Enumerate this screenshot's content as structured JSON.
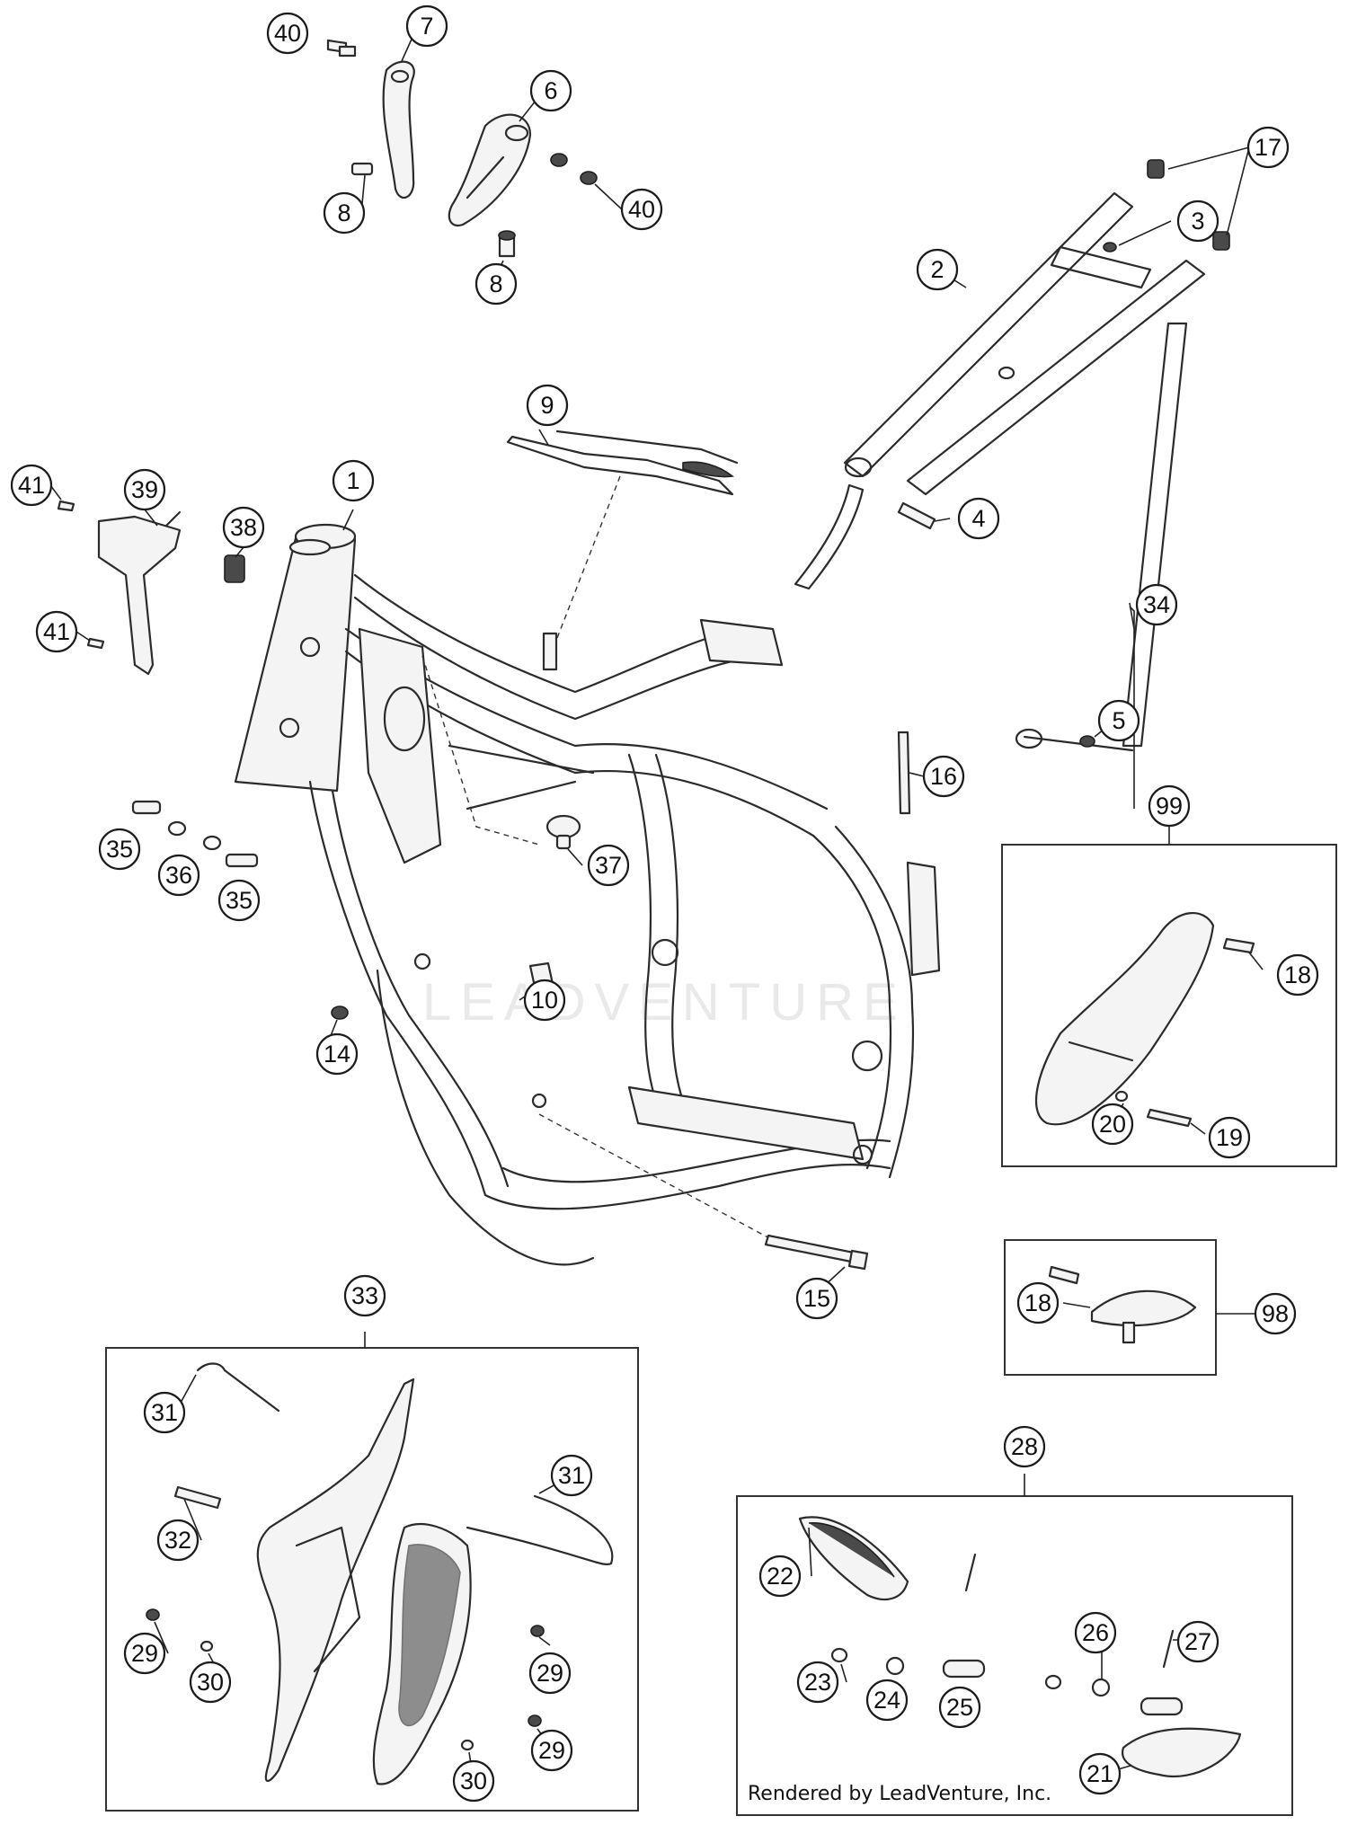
{
  "watermark": "LEADVENTURE",
  "credit": "Rendered by LeadVenture, Inc.",
  "callouts": [
    "40",
    "7",
    "6",
    "8",
    "40",
    "8",
    "17",
    "3",
    "2",
    "9",
    "1",
    "41",
    "39",
    "38",
    "41",
    "4",
    "34",
    "5",
    "16",
    "99",
    "35",
    "36",
    "35",
    "37",
    "10",
    "18",
    "14",
    "20",
    "19",
    "15",
    "33",
    "18",
    "98",
    "31",
    "28",
    "31",
    "32",
    "22",
    "29",
    "30",
    "26",
    "27",
    "29",
    "23",
    "24",
    "25",
    "29",
    "30",
    "21"
  ]
}
